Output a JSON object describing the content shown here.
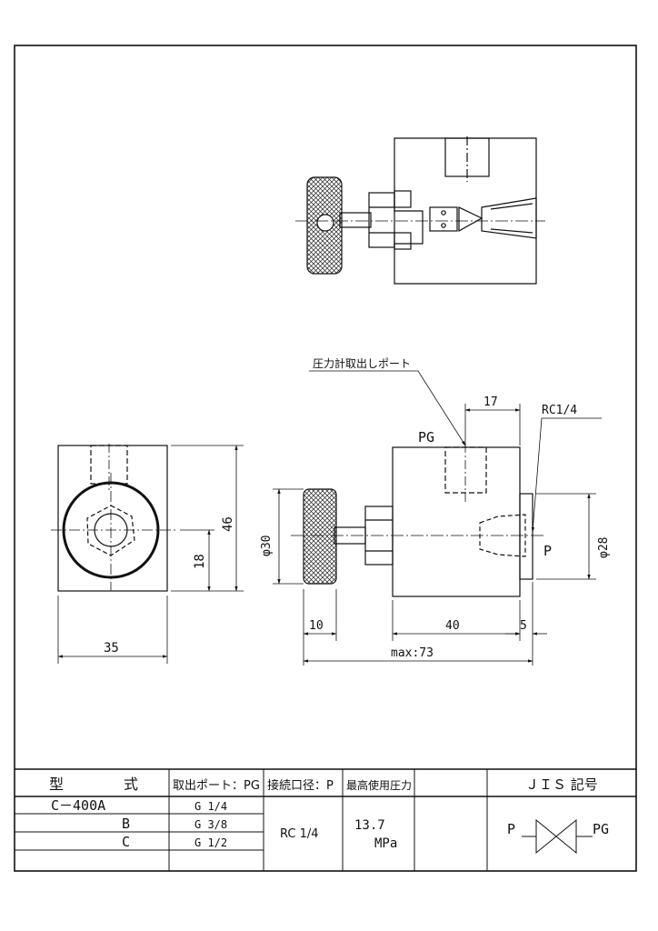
{
  "drawing": {
    "dimensions": {
      "width_35": "35",
      "height_46": "46",
      "height_18": "18",
      "dia_30": "φ30",
      "dia_28": "φ28",
      "len_17": "17",
      "len_10": "10",
      "len_40": "40",
      "len_5": "5",
      "max_len": "max:73"
    },
    "labels": {
      "pressure_port_note": "圧力計取出しポート",
      "pg": "PG",
      "rc": "RC1/4",
      "p": "P"
    }
  },
  "table": {
    "header": {
      "model_a": "型",
      "model_b": "式",
      "take_off_port": "取出ポート：PG",
      "connection": "接続口径：P",
      "max_pressure": "最高使用圧力",
      "jis": "ＪＩＳ 記号"
    },
    "rows": [
      {
        "model": "C－400A",
        "port": "G 1/4"
      },
      {
        "model": "B",
        "port": "G 3/8"
      },
      {
        "model": "C",
        "port": "G 1/2"
      }
    ],
    "connection_value": "RC 1/4",
    "pressure_value": "13.7",
    "pressure_unit": "MPa",
    "symbol_left": "P",
    "symbol_right": "PG"
  }
}
